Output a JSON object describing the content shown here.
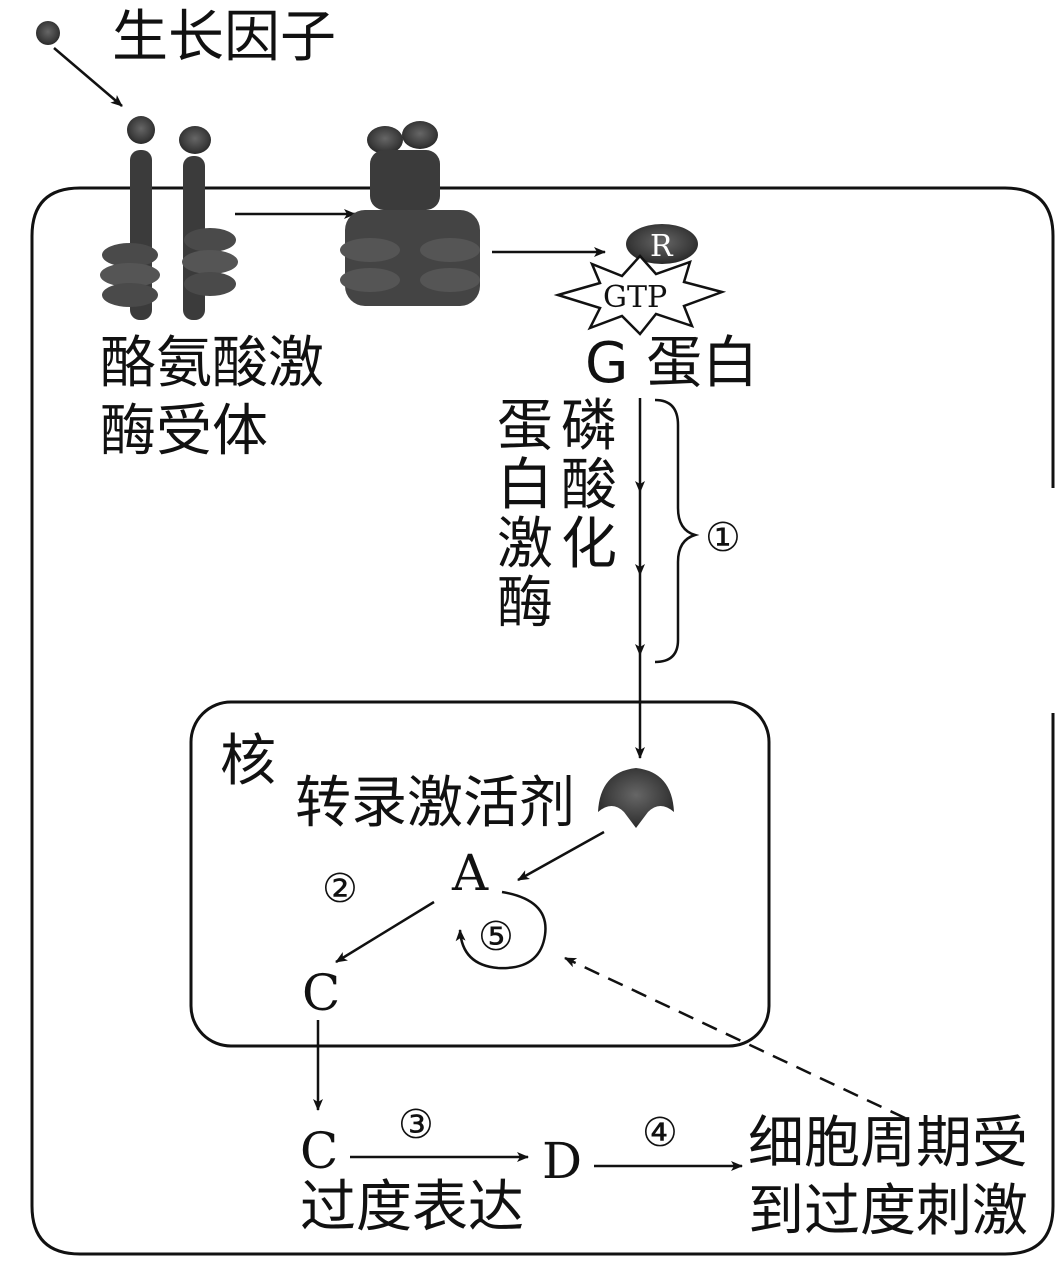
{
  "labels": {
    "growth_factor": "生长因子",
    "receptor_line1": "酪氨酸激",
    "receptor_line2": "酶受体",
    "r": "R",
    "gtp": "GTP",
    "g_protein": "G 蛋白",
    "kinase_col1": [
      "蛋",
      "白",
      "激",
      "酶"
    ],
    "kinase_col2": [
      "磷",
      "酸",
      "化"
    ],
    "step1": "①",
    "nucleus": "核",
    "activator": "转录激活剂",
    "a": "A",
    "step2": "②",
    "step5": "⑤",
    "c1": "C",
    "c2": "C",
    "overexpress": "过度表达",
    "step3": "③",
    "d": "D",
    "step4": "④",
    "cycle_line1": "细胞周期受",
    "cycle_line2": "到过度刺激"
  }
}
